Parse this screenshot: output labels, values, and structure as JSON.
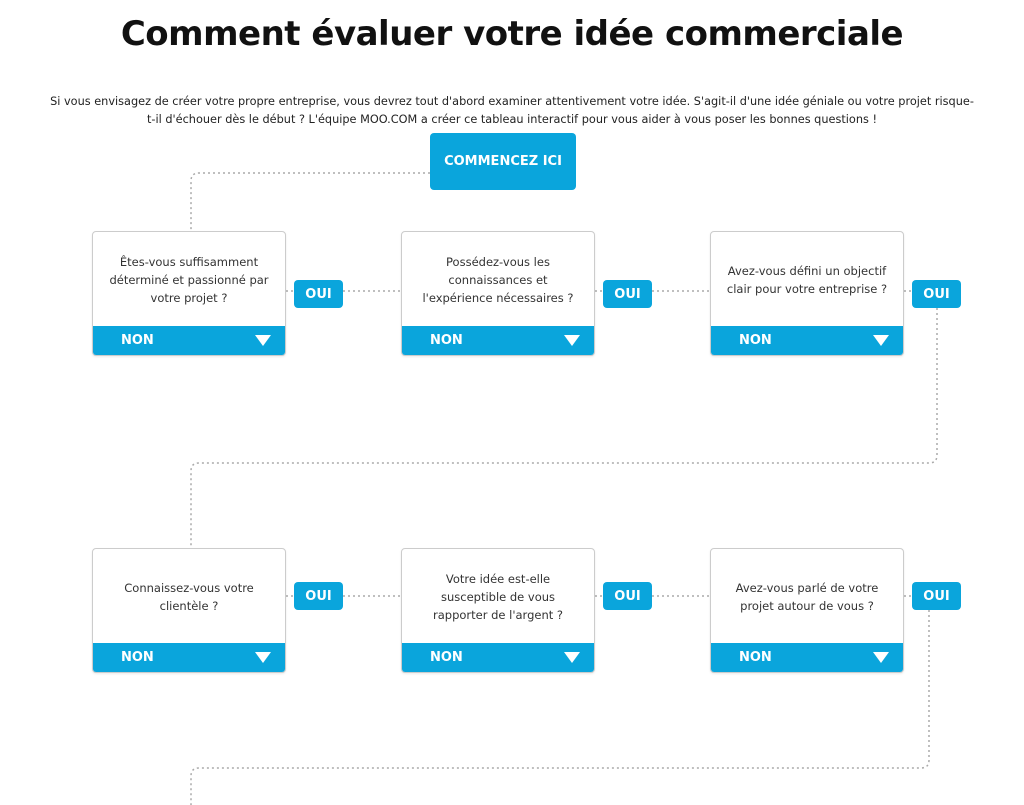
{
  "title": "Comment évaluer votre idée commerciale",
  "intro": "Si vous envisagez de créer votre propre entreprise, vous devrez tout d'abord examiner attentivement votre idée. S'agit-il d'une idée géniale ou votre projet risque-t-il d'échouer dès le début ? L'équipe MOO.COM a créer ce tableau interactif pour vous aider à vous poser les bonnes questions !",
  "start_label": "COMMENCEZ ICI",
  "yes_label": "OUI",
  "no_label": "NON",
  "accent": "#0aa5dc",
  "questions": [
    "Êtes-vous suffisamment déterminé et passionné par votre projet ?",
    "Possédez-vous les connaissances et l'expérience nécessaires ?",
    "Avez-vous défini un objectif clair pour votre entreprise ?",
    "Connaissez-vous votre clientèle ?",
    "Votre idée est-elle susceptible de vous rapporter de l'argent ?",
    "Avez-vous parlé de votre projet autour de vous ?"
  ]
}
